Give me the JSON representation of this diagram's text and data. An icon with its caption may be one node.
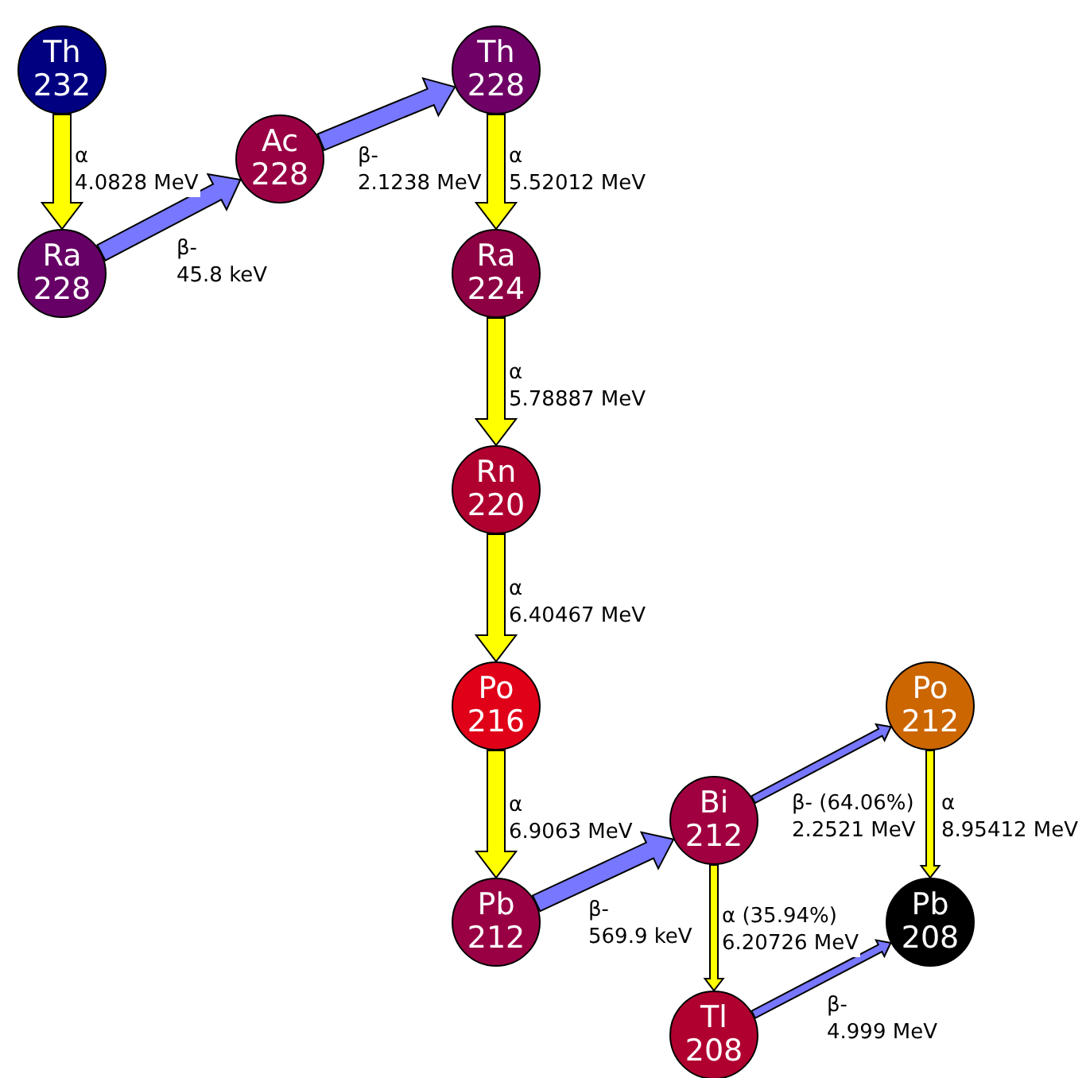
{
  "diagram": {
    "nodes": [
      {
        "text": [
          "Th",
          "232"
        ]
      },
      {
        "text": [
          "Ra",
          "228"
        ]
      },
      {
        "text": [
          "Ac",
          "228"
        ]
      },
      {
        "text": [
          "Th",
          "228"
        ]
      },
      {
        "text": [
          "Ra",
          "224"
        ]
      },
      {
        "text": [
          "Rn",
          "220"
        ]
      },
      {
        "text": [
          "Po",
          "216"
        ]
      },
      {
        "text": [
          "Pb",
          "212"
        ]
      },
      {
        "text": [
          "Bi",
          "212"
        ]
      },
      {
        "text": [
          "Po",
          "212"
        ]
      },
      {
        "text": [
          "Pb",
          "208"
        ]
      },
      {
        "text": [
          "Tl",
          "208"
        ]
      }
    ],
    "edges": [
      {
        "from": 0,
        "to": 1,
        "arrow": "to",
        "label": "α 4.0828 MeV",
        "style": "thick"
      },
      {
        "from": 1,
        "to": 2,
        "arrow": "to",
        "label": "β- 45.8 keV",
        "style": "thick",
        "color": "#7777ff"
      },
      {
        "from": 2,
        "to": 3,
        "arrow": "to",
        "label": "β- 2.1238 MeV",
        "style": "thick",
        "color": "#7777ff"
      },
      {
        "from": 3,
        "to": 4,
        "arrow": "to",
        "label": "α 5.52012 MeV",
        "style": "thick"
      },
      {
        "from": 4,
        "to": 5,
        "arrow": "to",
        "label": "α 5.78887 MeV",
        "style": "thick"
      },
      {
        "from": 5,
        "to": 6,
        "arrow": "to",
        "label": "α 6.40467 MeV",
        "style": "thick"
      },
      {
        "from": 6,
        "to": 7,
        "arrow": "to",
        "label": "α 6.9063 MeV",
        "style": "thick"
      },
      {
        "from": 7,
        "to": 8,
        "arrow": "to",
        "label": "β- 569.9 keV",
        "style": "thick",
        "color": "#7777ff"
      },
      {
        "from": 8,
        "to": 9,
        "arrow": "to",
        "label": "β- (64.06%) 2.2521 MeV",
        "color": "#7777ff"
      },
      {
        "from": 8,
        "to": 11,
        "arrow": "to",
        "label": "α (35.94%) 6.20726 MeV"
      },
      {
        "from": 9,
        "to": 10,
        "arrow": "to",
        "label": "α 8.95412 MeV"
      },
      {
        "from": 11,
        "to": 10,
        "arrow": "to",
        "label": "β- 4.999 MeV",
        "color": "#7777ff"
      }
    ]
  }
}
